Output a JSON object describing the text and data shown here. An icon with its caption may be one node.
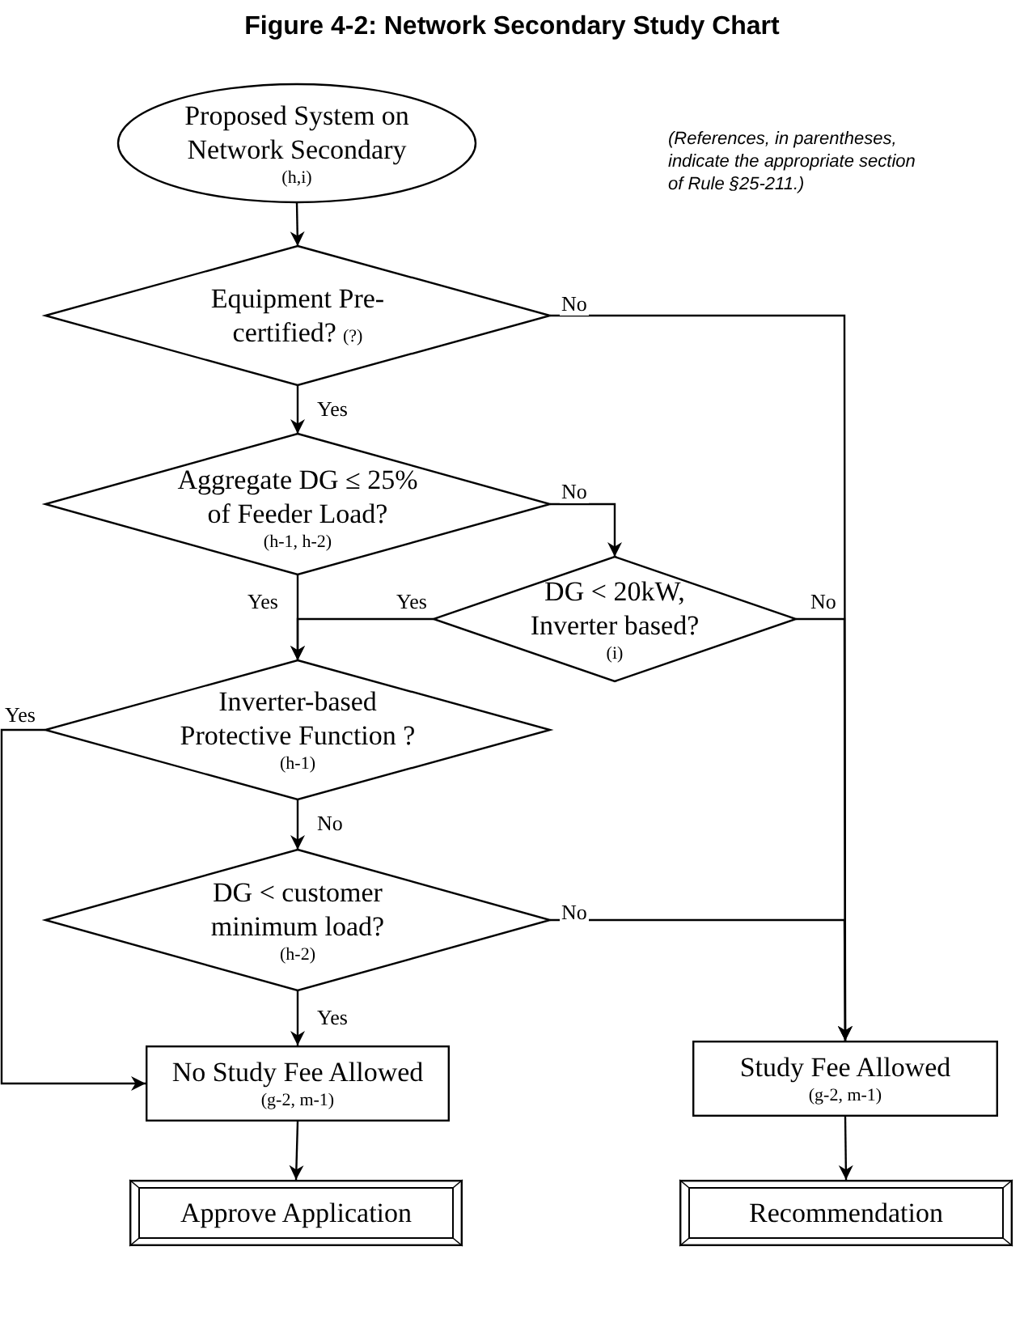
{
  "diagram": {
    "title": "Figure 4-2: Network Secondary Study Chart",
    "nodes": [
      {
        "text": [
          "Proposed System on Network Secondary",
          "(h,i)"
        ]
      },
      {
        "text": [
          "Equipment Pre-certified?",
          "(?)"
        ]
      },
      {
        "text": [
          "Aggregate DG ≤ 25% of Feeder Load?",
          "(h-1, h-2)"
        ]
      },
      {
        "text": [
          "DG < 20kW, Inverter based?",
          "(i)"
        ]
      },
      {
        "text": [
          "Inverter-based Protective Function ?",
          "(h-1)"
        ]
      },
      {
        "text": [
          "DG < customer minimum load?",
          "(h-2)"
        ]
      },
      {
        "text": [
          "No Study Fee Allowed",
          "(g-2, m-1)"
        ]
      },
      {
        "text": [
          "Study Fee Allowed",
          "(g-2, m-1)"
        ]
      },
      {
        "text": [
          "Approve Application"
        ]
      },
      {
        "text": [
          "Recommendation"
        ]
      }
    ],
    "edges": [
      {
        "from": 0,
        "to": 1,
        "arrow": "to"
      },
      {
        "from": 1,
        "to": 2,
        "arrow": "to",
        "label": "Yes"
      },
      {
        "from": 1,
        "to": 7,
        "arrow": "to",
        "label": "No"
      },
      {
        "from": 2,
        "to": 3,
        "arrow": "to",
        "label": "No"
      },
      {
        "from": 2,
        "to": 4,
        "arrow": "to",
        "label": "Yes"
      },
      {
        "from": 3,
        "to": 4,
        "arrow": "to",
        "label": "Yes"
      },
      {
        "from": 3,
        "to": 7,
        "arrow": "to",
        "label": "No"
      },
      {
        "from": 4,
        "to": 5,
        "arrow": "to",
        "label": "No"
      },
      {
        "from": 4,
        "to": 6,
        "arrow": "to",
        "label": "Yes"
      },
      {
        "from": 5,
        "to": 6,
        "arrow": "to",
        "label": "Yes"
      },
      {
        "from": 5,
        "to": 7,
        "arrow": "to",
        "label": "No"
      },
      {
        "from": 6,
        "to": 8,
        "arrow": "to"
      },
      {
        "from": 7,
        "to": 9,
        "arrow": "to"
      }
    ],
    "labels": [
      "(References, in parentheses, indicate the appropriate section of Rule §25-211.)"
    ]
  }
}
